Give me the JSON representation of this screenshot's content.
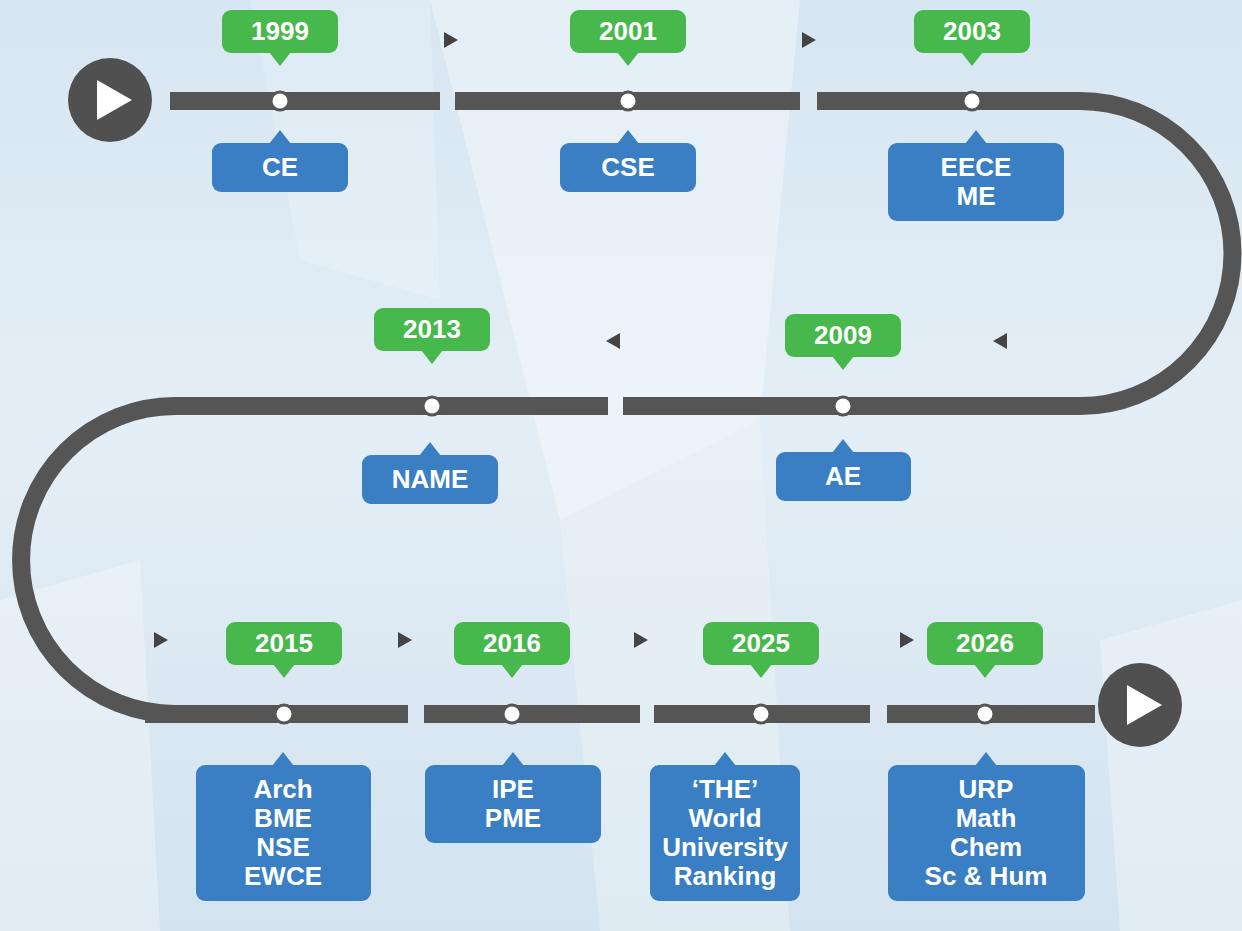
{
  "diagram": {
    "nodes": [
      {
        "text": [
          "1999"
        ]
      },
      {
        "text": [
          "CE"
        ]
      },
      {
        "text": [
          "2001"
        ]
      },
      {
        "text": [
          "CSE"
        ]
      },
      {
        "text": [
          "2003"
        ]
      },
      {
        "text": [
          "EECE",
          "ME"
        ]
      },
      {
        "text": [
          "2009"
        ]
      },
      {
        "text": [
          "AE"
        ]
      },
      {
        "text": [
          "2013"
        ]
      },
      {
        "text": [
          "NAME"
        ]
      },
      {
        "text": [
          "2015"
        ]
      },
      {
        "text": [
          "Arch",
          "BME",
          "NSE",
          "EWCE"
        ]
      },
      {
        "text": [
          "2016"
        ]
      },
      {
        "text": [
          "IPE",
          "PME"
        ]
      },
      {
        "text": [
          "2025"
        ]
      },
      {
        "text": [
          "‘THE’ World University Ranking"
        ]
      },
      {
        "text": [
          "2026"
        ]
      },
      {
        "text": [
          "URP",
          "Math",
          "Chem",
          "Sc & Hum"
        ]
      }
    ]
  }
}
